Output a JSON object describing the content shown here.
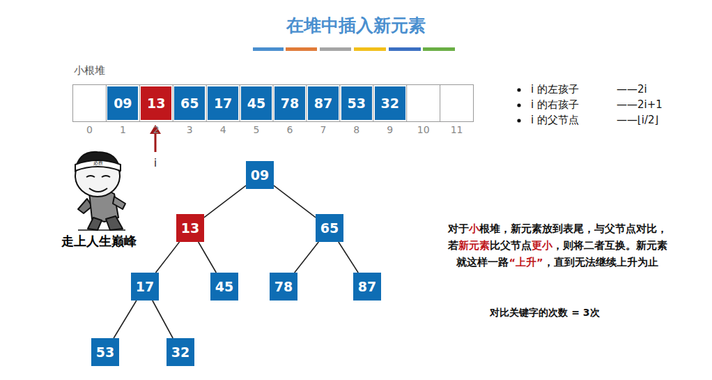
{
  "diagram": {
    "title": "在堆中插入新元素",
    "nodes": [
      {
        "text": [
          "09"
        ]
      },
      {
        "text": [
          "13"
        ]
      },
      {
        "text": [
          "65"
        ]
      },
      {
        "text": [
          "17"
        ]
      },
      {
        "text": [
          "45"
        ]
      },
      {
        "text": [
          "78"
        ]
      },
      {
        "text": [
          "87"
        ]
      },
      {
        "text": [
          "53"
        ]
      },
      {
        "text": [
          "32"
        ]
      },
      {
        "text": [
          "09"
        ]
      },
      {
        "text": [
          "13"
        ]
      },
      {
        "text": [
          "65"
        ]
      },
      {
        "text": [
          "17"
        ]
      },
      {
        "text": [
          "45"
        ]
      },
      {
        "text": [
          "78"
        ]
      },
      {
        "text": [
          "87"
        ]
      },
      {
        "text": [
          "53"
        ]
      },
      {
        "text": [
          "32"
        ]
      }
    ],
    "edges": [
      {
        "from": 9,
        "to": 10,
        "arrow": "none"
      },
      {
        "from": 9,
        "to": 11,
        "arrow": "none"
      },
      {
        "from": 10,
        "to": 12,
        "arrow": "none"
      },
      {
        "from": 10,
        "to": 13,
        "arrow": "none"
      },
      {
        "from": 11,
        "to": 14,
        "arrow": "none"
      },
      {
        "from": 11,
        "to": 15,
        "arrow": "none"
      },
      {
        "from": 12,
        "to": 16,
        "arrow": "none"
      },
      {
        "from": 12,
        "to": 17,
        "arrow": "none"
      }
    ],
    "labels": [
      "小根堆",
      "0",
      "1",
      "2",
      "3",
      "4",
      "5",
      "6",
      "7",
      "8",
      "9",
      "10",
      "11",
      "i",
      "i 的左孩子",
      "——2i",
      "i 的右孩子",
      "——2i+1",
      "i 的父节点",
      "——⌊i/2⌋",
      "必胜",
      "走上人生巅峰",
      "对于",
      "小",
      "根堆，新元素放到表尾，与父节点对比，",
      "若",
      "新元素",
      "比父节点",
      "更小",
      "，则将二者互换。新元素",
      "就这样一路",
      "“上升”",
      "，直到无法继续上升为止",
      "对比关键字的次数 = 3次"
    ]
  }
}
